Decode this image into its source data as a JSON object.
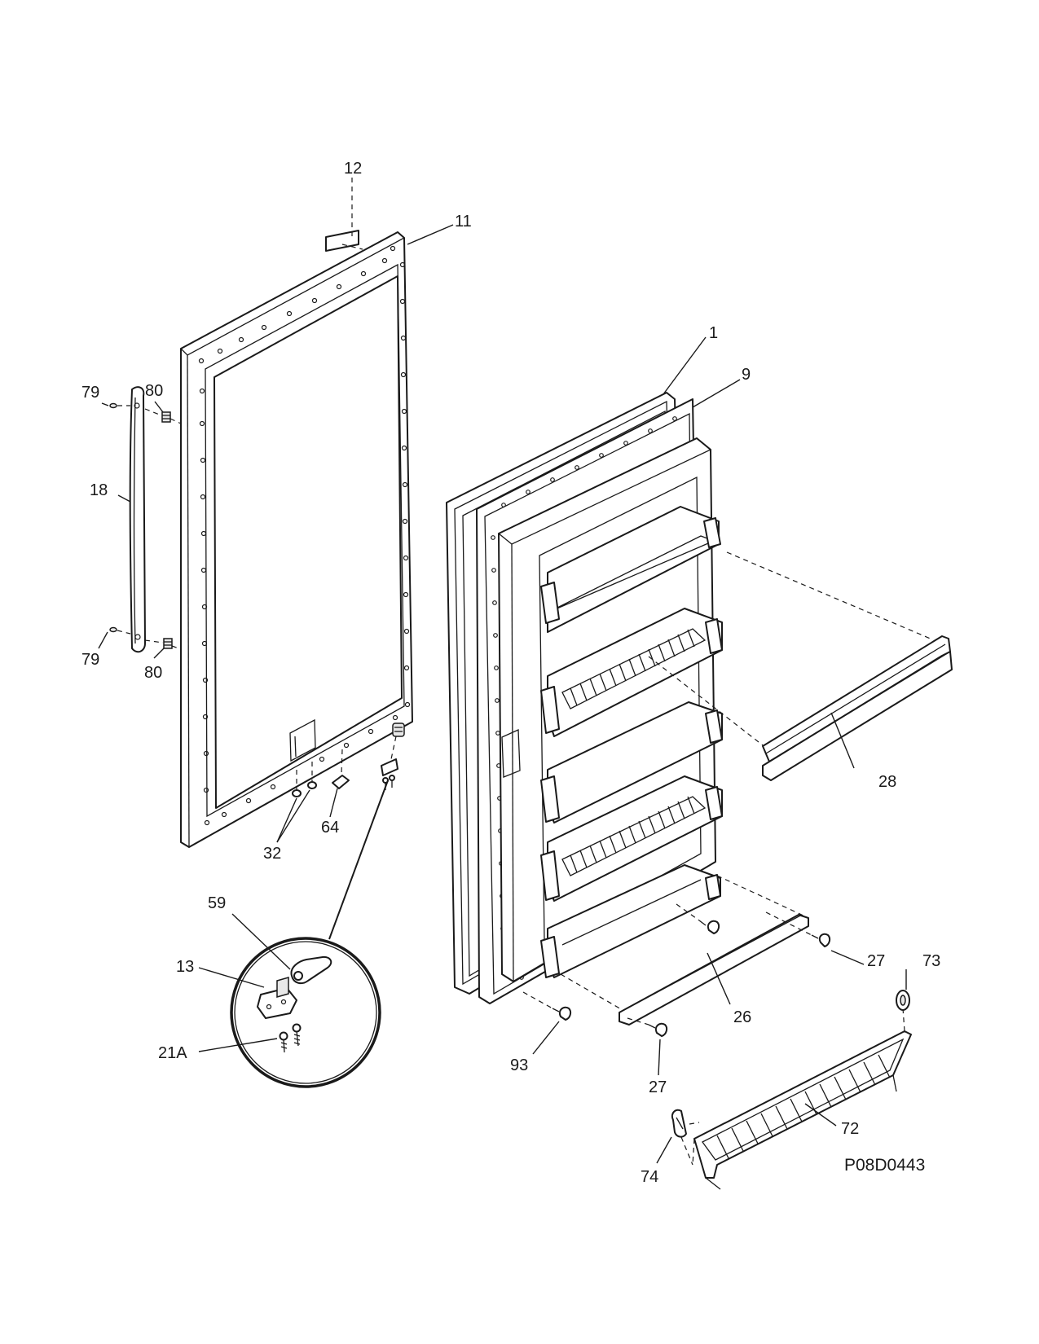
{
  "diagram": {
    "code": "P08D0443",
    "callouts": {
      "c1": "1",
      "c9": "9",
      "c11": "11",
      "c12": "12",
      "c13": "13",
      "c18": "18",
      "c21a": "21A",
      "c26": "26",
      "c27a": "27",
      "c27b": "27",
      "c28": "28",
      "c32": "32",
      "c59": "59",
      "c64": "64",
      "c72": "72",
      "c73": "73",
      "c74": "74",
      "c79a": "79",
      "c79b": "79",
      "c80a": "80",
      "c80b": "80",
      "c93": "93"
    }
  }
}
